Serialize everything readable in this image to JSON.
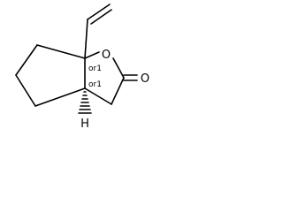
{
  "structure": {
    "atoms": {
      "ring_oxygen": "O",
      "carbonyl_oxygen": "O",
      "bridgehead_hydrogen": "H"
    },
    "stereo_descriptors": {
      "upper_bridgehead": "or1",
      "lower_bridgehead": "or1"
    }
  }
}
